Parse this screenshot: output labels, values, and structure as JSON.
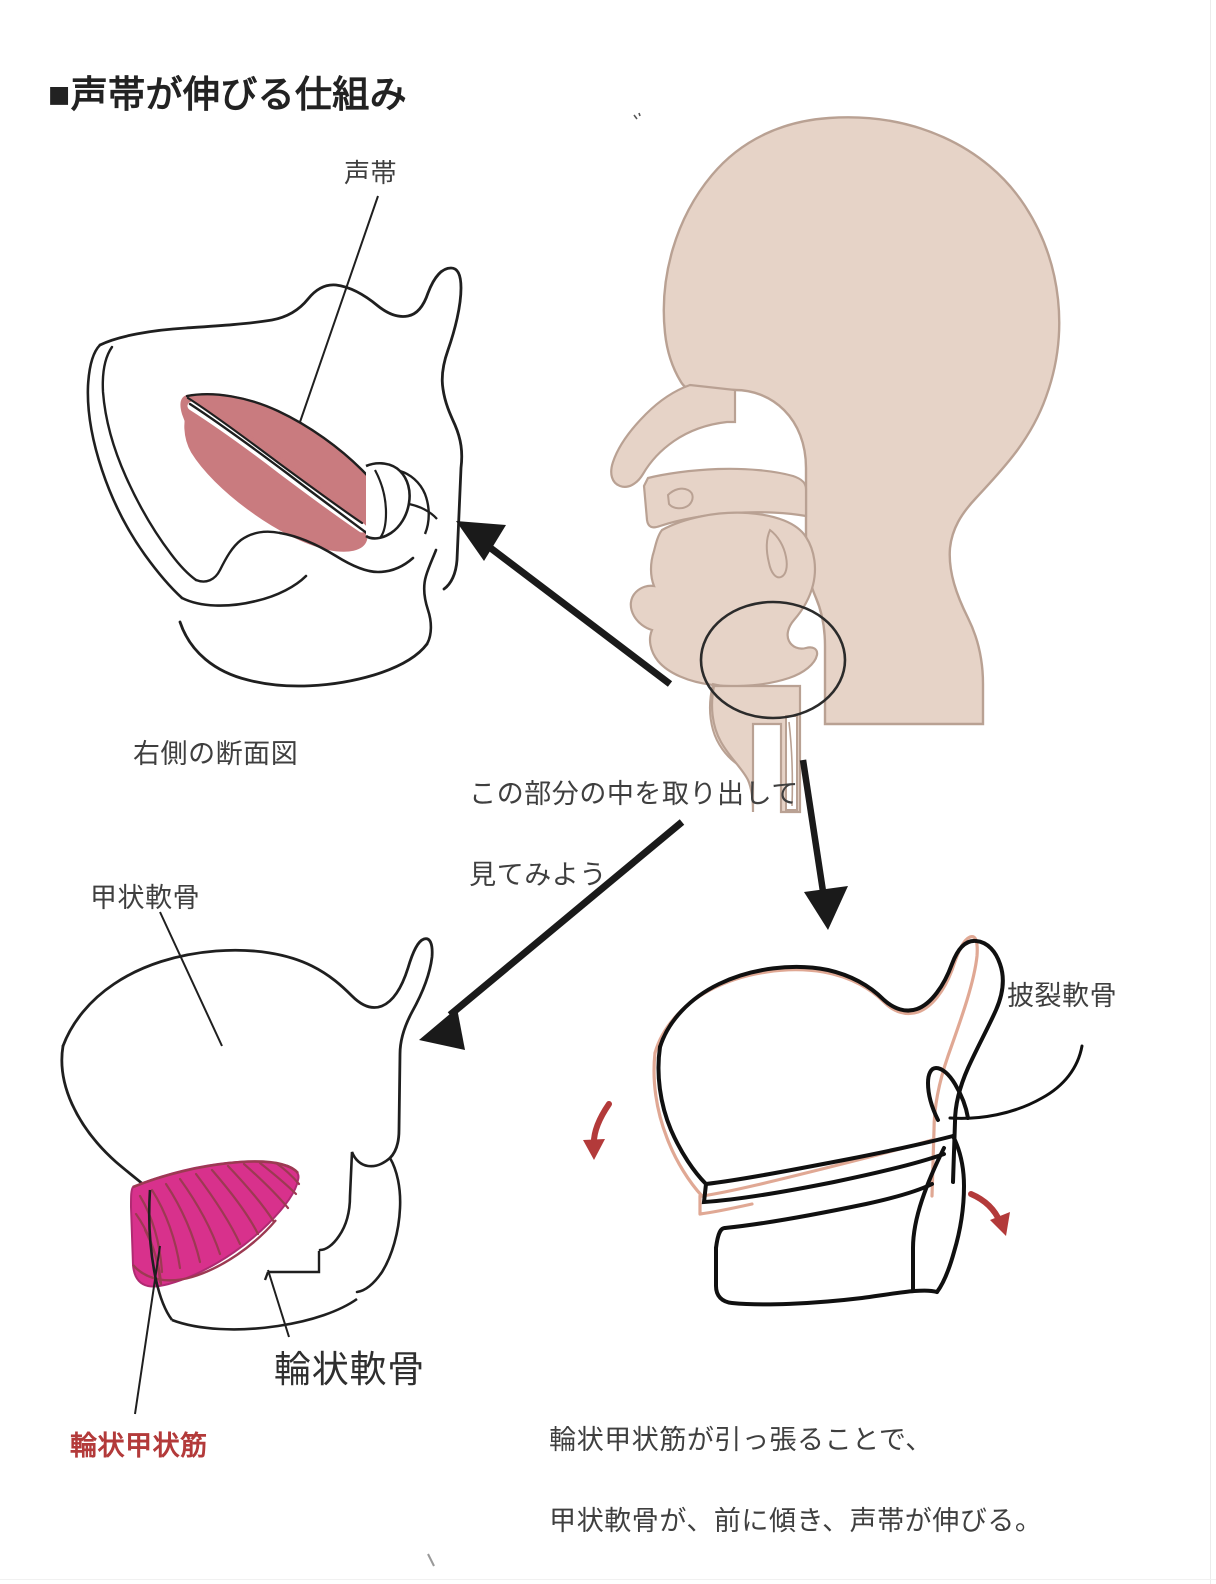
{
  "document": {
    "title": "■声帯が伸びる仕組み",
    "language": "ja",
    "background_color": "#ffffff"
  },
  "labels": {
    "vocal_cord": "声帯",
    "right_section_view": "右側の断面図",
    "zoom_callout_line1": "この部分の中を取り出して",
    "zoom_callout_line2": "見てみよう",
    "thyroid_cartilage": "甲状軟骨",
    "cricoid_cartilage": "輪状軟骨",
    "cricothyroid_muscle": "輪状甲状筋",
    "arytenoid_cartilage": "披裂軟骨"
  },
  "caption": {
    "line1": "輪状甲状筋が引っ張ることで、",
    "line2": "甲状軟骨が、前に傾き、声帯が伸びる。"
  },
  "colors": {
    "ink": "#1a1a1a",
    "text": "#3f3f3f",
    "title": "#222222",
    "head_fill": "#e6d3c7",
    "head_stroke": "#b9a193",
    "vocal_fold": "#c97b7f",
    "cricothyroid_muscle": "#d8318c",
    "muscle_striation": "#9c3a52",
    "ghost_outline": "#e0a894",
    "accent_red": "#b33a3a"
  },
  "panels": [
    {
      "name": "sagittal-larynx-section",
      "caption": "右側の断面図",
      "highlight": "声帯",
      "position": "top-left"
    },
    {
      "name": "head-sagittal-silhouette",
      "highlighted_region": "larynx",
      "position": "top-right"
    },
    {
      "name": "larynx-with-cricothyroid-muscle",
      "labels": [
        "甲状軟骨",
        "輪状軟骨",
        "輪状甲状筋"
      ],
      "position": "bottom-left"
    },
    {
      "name": "larynx-tilting-motion",
      "labels": [
        "披裂軟骨"
      ],
      "motion": "甲状軟骨が前に傾く",
      "position": "bottom-right"
    }
  ],
  "arrows": [
    {
      "name": "arrow-head-to-sagittal",
      "from": "head-larynx-circle",
      "to": "sagittal-larynx-section",
      "style": "straight-black"
    },
    {
      "name": "arrow-head-to-tilt",
      "from": "head-larynx-circle",
      "to": "larynx-tilting-motion",
      "style": "straight-black-down"
    },
    {
      "name": "arrow-callout-to-muscle",
      "from": "zoom-callout",
      "to": "larynx-with-cricothyroid-muscle",
      "style": "straight-black-diagonal"
    },
    {
      "name": "arrow-rotation-left",
      "style": "curved-red"
    },
    {
      "name": "arrow-rotation-right",
      "style": "curved-red"
    }
  ]
}
